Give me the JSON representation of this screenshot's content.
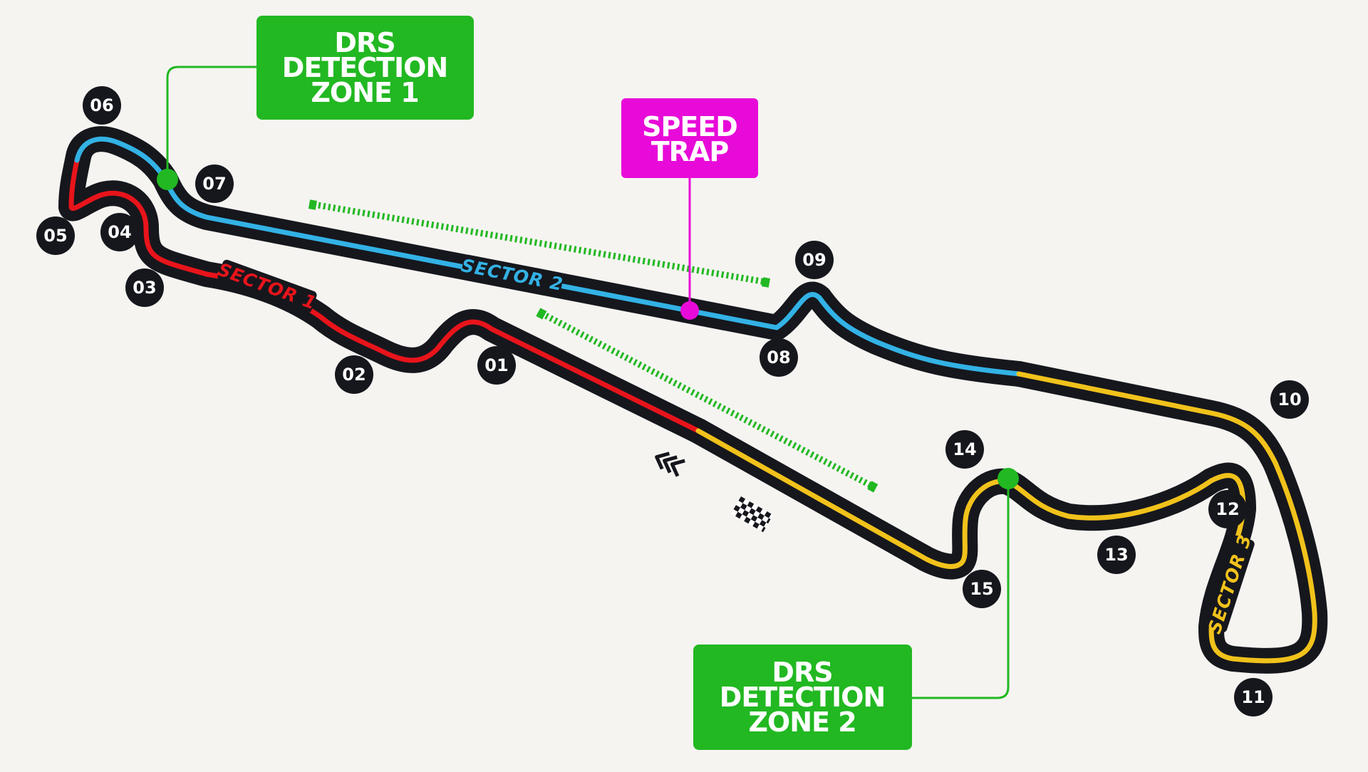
{
  "colors": {
    "background": "#f6f4f1",
    "track": "#16171d",
    "sector1": "#e8141b",
    "sector2": "#33b2e5",
    "sector3": "#f1c21b",
    "drs": "#22b822",
    "speed_trap": "#e80ad8",
    "label_text": "#ffffff"
  },
  "callouts": {
    "drs_zone_1": {
      "lines": [
        "DRS",
        "DETECTION",
        "ZONE 1"
      ]
    },
    "drs_zone_2": {
      "lines": [
        "DRS",
        "DETECTION",
        "ZONE 2"
      ]
    },
    "speed_trap": {
      "lines": [
        "SPEED",
        "TRAP"
      ]
    }
  },
  "sectors": {
    "sector1": "SECTOR 1",
    "sector2": "SECTOR 2",
    "sector3": "SECTOR 3"
  },
  "turns": [
    "01",
    "02",
    "03",
    "04",
    "05",
    "06",
    "07",
    "08",
    "09",
    "10",
    "11",
    "12",
    "13",
    "14",
    "15"
  ],
  "icons": [
    "start-finish-flag-icon",
    "direction-chevrons-icon"
  ]
}
